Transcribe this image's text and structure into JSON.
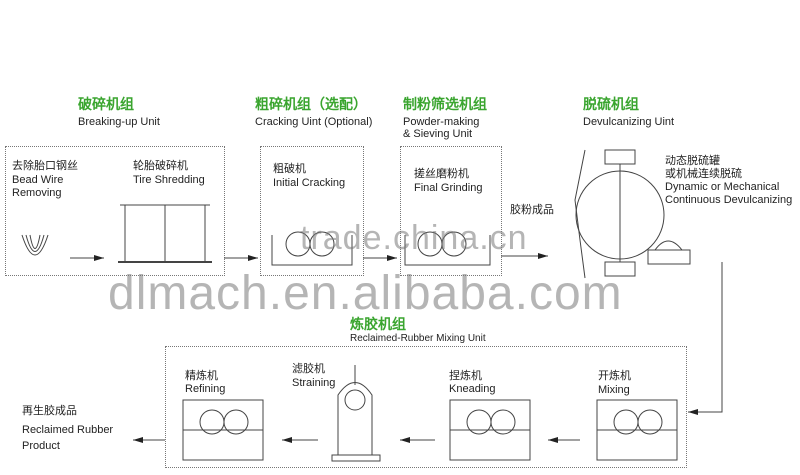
{
  "units": {
    "breaking": {
      "cn": "破碎机组",
      "en": "Breaking-up Unit"
    },
    "cracking": {
      "cn": "粗碎机组（选配）",
      "en": "Cracking Uint (Optional)"
    },
    "powder": {
      "cn": "制粉筛选机组",
      "en1": "Powder-making",
      "en2": "& Sieving Unit"
    },
    "devulc": {
      "cn": "脱硫机组",
      "en": "Devulcanizing Uint"
    },
    "mixing": {
      "cn": "炼胶机组",
      "en": "Reclaimed-Rubber Mixing Unit"
    }
  },
  "steps": {
    "bead": {
      "cn": "去除胎口钢丝",
      "en1": "Bead Wire",
      "en2": "Removing"
    },
    "shred": {
      "cn": "轮胎破碎机",
      "en": "Tire Shredding"
    },
    "initial": {
      "cn": "粗破机",
      "en": "Initial Cracking"
    },
    "final": {
      "cn": "搓丝磨粉机",
      "en": "Final Grinding"
    },
    "powder_product": {
      "cn": "胶粉成品"
    },
    "dynamic": {
      "cn1": "动态脱硫罐",
      "cn2": "或机械连续脱硫",
      "en1": "Dynamic or Mechanical",
      "en2": "Continuous Devulcanizing"
    },
    "refining": {
      "cn": "精炼机",
      "en": "Refining"
    },
    "straining": {
      "cn": "滤胶机",
      "en": "Straining"
    },
    "kneading": {
      "cn": "捏炼机",
      "en": "Kneading"
    },
    "mixing": {
      "cn": "开炼机",
      "en": "Mixing"
    },
    "product": {
      "cn": "再生胶成品",
      "en1": "Reclaimed Rubber",
      "en2": "Product"
    }
  },
  "watermarks": [
    "trade.china.cn",
    "dlmach.en.alibaba.com"
  ],
  "colors": {
    "title": "#3aa52f",
    "line": "#333333"
  }
}
